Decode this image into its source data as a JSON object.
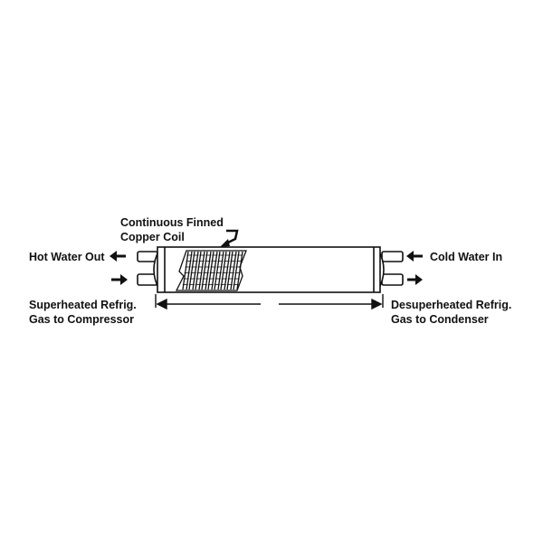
{
  "labels": {
    "coil_line1": "Continuous Finned",
    "coil_line2": "Copper Coil",
    "hot_water_out": "Hot Water Out",
    "cold_water_in": "Cold Water In",
    "left_line1": "Superheated Refrig.",
    "left_line2": "Gas to Compressor",
    "right_line1": "Desuperheated Refrig.",
    "right_line2": "Gas to Condenser"
  }
}
